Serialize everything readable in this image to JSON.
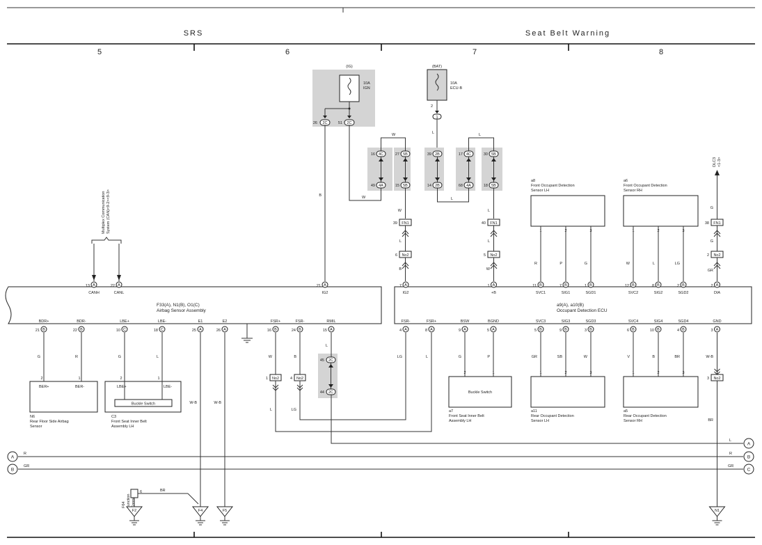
{
  "header": {
    "section_left": "SRS",
    "section_right": "Seat Belt Warning",
    "columns": [
      "5",
      "6",
      "7",
      "8"
    ]
  },
  "fuses": {
    "ig": {
      "supply": "(IG)",
      "rating": "10A",
      "name": "IGN"
    },
    "bat": {
      "supply": "(BAT)",
      "rating": "10A",
      "name": "ECU-B"
    }
  },
  "airbag_ecu": {
    "name": "F33(A), N1(B), O1(C)",
    "desc": "Airbag Sensor Assembly",
    "top_pins": [
      {
        "num": "13",
        "conn": "A",
        "label": "CANH"
      },
      {
        "num": "22",
        "conn": "A",
        "label": "CANL"
      },
      {
        "num": "21",
        "conn": "A",
        "label": "IG2"
      }
    ],
    "bottom_pins": [
      {
        "num": "21",
        "conn": "B",
        "label": "BDR+"
      },
      {
        "num": "22",
        "conn": "B",
        "label": "BDR-"
      },
      {
        "num": "10",
        "conn": "C",
        "label": "LBE+"
      },
      {
        "num": "18",
        "conn": "C",
        "label": "LBE-"
      },
      {
        "num": "25",
        "conn": "A",
        "label": "E1"
      },
      {
        "num": "26",
        "conn": "A",
        "label": "E2"
      },
      {
        "num": "16",
        "conn": "B",
        "label": "FSR+"
      },
      {
        "num": "24",
        "conn": "B",
        "label": "FSR-"
      },
      {
        "num": "15",
        "conn": "A",
        "label": "RMIL"
      }
    ]
  },
  "occupant_ecu": {
    "name": "a9(A), a10(B)",
    "desc": "Occupant Detection ECU",
    "top_pins": [
      {
        "num": "7",
        "conn": "A",
        "label": "IG2"
      },
      {
        "num": "1",
        "conn": "A",
        "label": "+B"
      },
      {
        "num": "11",
        "conn": "B",
        "label": "SVC1"
      },
      {
        "num": "7",
        "conn": "B",
        "label": "SIG1"
      },
      {
        "num": "1",
        "conn": "B",
        "label": "SGD1"
      },
      {
        "num": "12",
        "conn": "B",
        "label": "SVC2"
      },
      {
        "num": "8",
        "conn": "B",
        "label": "SIG2"
      },
      {
        "num": "2",
        "conn": "B",
        "label": "SGD2"
      },
      {
        "num": "2",
        "conn": "A",
        "label": "DIA"
      }
    ],
    "bottom_pins": [
      {
        "num": "4",
        "conn": "A",
        "label": "FSR-"
      },
      {
        "num": "8",
        "conn": "A",
        "label": "FSR+"
      },
      {
        "num": "9",
        "conn": "A",
        "label": "BSW"
      },
      {
        "num": "5",
        "conn": "A",
        "label": "BGND"
      },
      {
        "num": "5",
        "conn": "B",
        "label": "SVC3"
      },
      {
        "num": "9",
        "conn": "B",
        "label": "SIG3"
      },
      {
        "num": "3",
        "conn": "B",
        "label": "SGD3"
      },
      {
        "num": "6",
        "conn": "B",
        "label": "SVC4"
      },
      {
        "num": "10",
        "conn": "B",
        "label": "SIG4"
      },
      {
        "num": "4",
        "conn": "B",
        "label": "SGD4"
      },
      {
        "num": "3",
        "conn": "A",
        "label": "GND"
      }
    ]
  },
  "sensors": {
    "a8": {
      "id": "a8",
      "desc1": "Front Occupant Detection",
      "desc2": "Sensor LH"
    },
    "a6": {
      "id": "a6",
      "desc1": "Front Occupant Detection",
      "desc2": "Sensor RH"
    },
    "a11": {
      "id": "a11",
      "desc1": "Rear Occupant Detection",
      "desc2": "Sensor LH"
    },
    "a5": {
      "id": "a5",
      "desc1": "Rear Occupant Detection",
      "desc2": "Sensor RH"
    },
    "a7": {
      "id": "a7",
      "desc1": "Front Seat Inner Belt",
      "desc2": "Assembly LH",
      "inner": "Buckle Switch"
    },
    "n6": {
      "id": "N6",
      "desc1": "Rear Floor Side Airbag",
      "desc2": "Sensor",
      "pin_left": "BER+",
      "pin_right": "BER-"
    },
    "c3": {
      "id": "C3",
      "desc1": "Front Seat Inner Belt",
      "desc2": "Assembly LH",
      "pin_left": "LBE+",
      "pin_right": "LBE-",
      "inner": "Buckle Switch"
    }
  },
  "mpx": {
    "line1": "Multiplex Communication",
    "line2": "System (CAN)<9-2><9-3>"
  },
  "dlc3": {
    "line1": "DLC3",
    "line2": "<1-3>"
  },
  "junction": {
    "id": "F64",
    "line1": "Junction",
    "line2": "Connector",
    "pin": "6"
  },
  "inline_connectors": {
    "no2": "No2",
    "fn1": "FN1"
  },
  "wire_colors": {
    "b": "B",
    "w": "W",
    "l": "L",
    "g": "G",
    "r": "R",
    "p": "P",
    "lg": "LG",
    "gr": "GR",
    "v": "V",
    "sb": "SB",
    "br": "BR",
    "wb": "W-B"
  },
  "connector_codes": {
    "2c": "2C",
    "4c": "4C",
    "5b": "5B",
    "2b": "2B",
    "4a": "4A",
    "1": "1"
  },
  "ground_points": [
    "F2",
    "F4",
    "F5",
    "N1"
  ],
  "bus_labels": {
    "a": "A",
    "b": "B",
    "c": "C"
  }
}
